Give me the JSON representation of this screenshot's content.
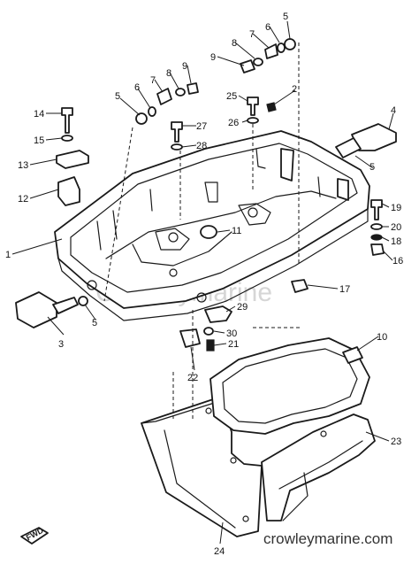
{
  "watermark": "Crowleymarine",
  "site_url": "crowleymarine.com",
  "fwd_label": "FWD",
  "callouts": [
    {
      "id": "1",
      "label": "1"
    },
    {
      "id": "2",
      "label": "2"
    },
    {
      "id": "3",
      "label": "3"
    },
    {
      "id": "4",
      "label": "4"
    },
    {
      "id": "5a",
      "label": "5"
    },
    {
      "id": "5b",
      "label": "5"
    },
    {
      "id": "5c",
      "label": "5"
    },
    {
      "id": "5d",
      "label": "5"
    },
    {
      "id": "6a",
      "label": "6"
    },
    {
      "id": "6b",
      "label": "6"
    },
    {
      "id": "7a",
      "label": "7"
    },
    {
      "id": "7b",
      "label": "7"
    },
    {
      "id": "8a",
      "label": "8"
    },
    {
      "id": "8b",
      "label": "8"
    },
    {
      "id": "9a",
      "label": "9"
    },
    {
      "id": "9b",
      "label": "9"
    },
    {
      "id": "10",
      "label": "10"
    },
    {
      "id": "11",
      "label": "11"
    },
    {
      "id": "12",
      "label": "12"
    },
    {
      "id": "13",
      "label": "13"
    },
    {
      "id": "14",
      "label": "14"
    },
    {
      "id": "15",
      "label": "15"
    },
    {
      "id": "16",
      "label": "16"
    },
    {
      "id": "17",
      "label": "17"
    },
    {
      "id": "18",
      "label": "18"
    },
    {
      "id": "19",
      "label": "19"
    },
    {
      "id": "20",
      "label": "20"
    },
    {
      "id": "21",
      "label": "21"
    },
    {
      "id": "22",
      "label": "22"
    },
    {
      "id": "23",
      "label": "23"
    },
    {
      "id": "24",
      "label": "24"
    },
    {
      "id": "25",
      "label": "25"
    },
    {
      "id": "26",
      "label": "26"
    },
    {
      "id": "27",
      "label": "27"
    },
    {
      "id": "28",
      "label": "28"
    },
    {
      "id": "29",
      "label": "29"
    },
    {
      "id": "30",
      "label": "30"
    }
  ]
}
